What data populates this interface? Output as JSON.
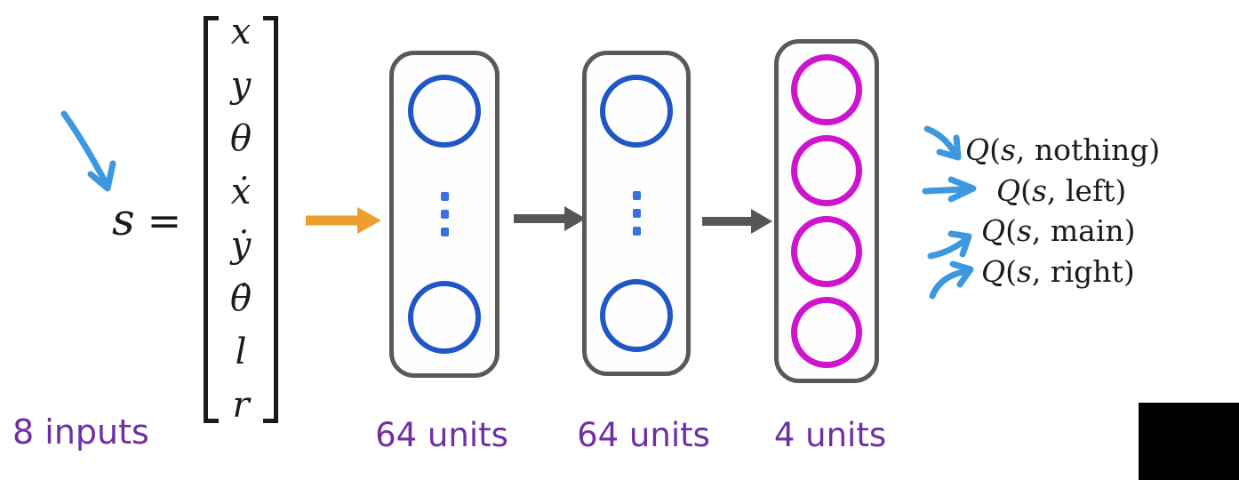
{
  "equation": {
    "symbol": "s",
    "equals": "="
  },
  "state_vector": {
    "entries": [
      "x",
      "y",
      "θ",
      "ẋ",
      "ẏ",
      "θ̇",
      "l",
      "r"
    ]
  },
  "input_label": "8 inputs",
  "layers": [
    {
      "label": "64 units",
      "units": 64
    },
    {
      "label": "64 units",
      "units": 64
    },
    {
      "label": "4 units",
      "units": 4
    }
  ],
  "outputs": [
    {
      "q": "Q",
      "open": "(",
      "s": "s",
      "rest": ", nothing)"
    },
    {
      "q": "Q",
      "open": "(",
      "s": "s",
      "rest": ", left)"
    },
    {
      "q": "Q",
      "open": "(",
      "s": "s",
      "rest": ", main)"
    },
    {
      "q": "Q",
      "open": "(",
      "s": "s",
      "rest": ", right)"
    }
  ],
  "colors": {
    "node_blue": "#2057c7",
    "dots_blue": "#3e6fe0",
    "node_magenta": "#ce14ce",
    "box_border_gray": "#58595b",
    "arrow_gray": "#565656",
    "arrow_orange": "#ee9e2e",
    "annotation_blue": "#3d98df",
    "label_purple": "#6e2fa5",
    "math_black": "#1b1b1b"
  }
}
